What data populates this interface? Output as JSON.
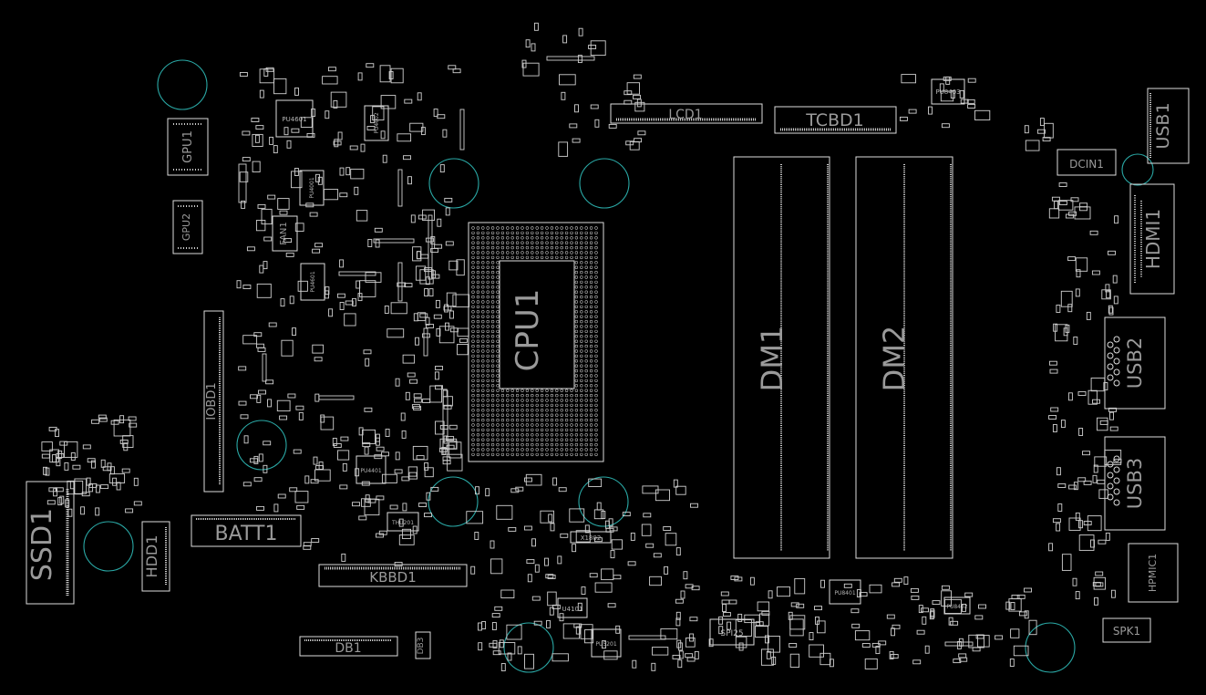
{
  "labels": {
    "cpu": "CPU1",
    "dimm1": "DM1",
    "dimm2": "DM2",
    "lcd": "LCD1",
    "tcbd": "TCBD1",
    "usb1": "USB1",
    "usb2": "USB2",
    "usb3": "USB3",
    "hdmi": "HDMI1",
    "dcin": "DCIN1",
    "hpmic": "HPMIC1",
    "spk": "SPK1",
    "ssd": "SSD1",
    "hdd": "HDD1",
    "batt": "BATT1",
    "kbbd": "KBBD1",
    "db1": "DB1",
    "db3": "DB3",
    "iobd": "IOBD1",
    "fan": "FAN1",
    "gpu1": "GPU1",
    "gpu2": "GPU2"
  },
  "small_labels": {
    "pu4601": "PU4601",
    "pu4602": "PU4602",
    "pu4001": "PU4001",
    "pu4601b": "PU4601",
    "pu8403": "PU8403",
    "pu8401": "PU8401",
    "pu8402": "PU8402",
    "pu5201": "PU5201",
    "pu4401": "PU4401",
    "u4101": "U4101",
    "x1802": "X1802",
    "spi25": "SPI25",
    "thu201": "THU201"
  },
  "colors": {
    "background": "#000000",
    "outline": "#dcdcdc",
    "label": "#9a9a9a",
    "mounting_hole": "#2aa9a6"
  }
}
